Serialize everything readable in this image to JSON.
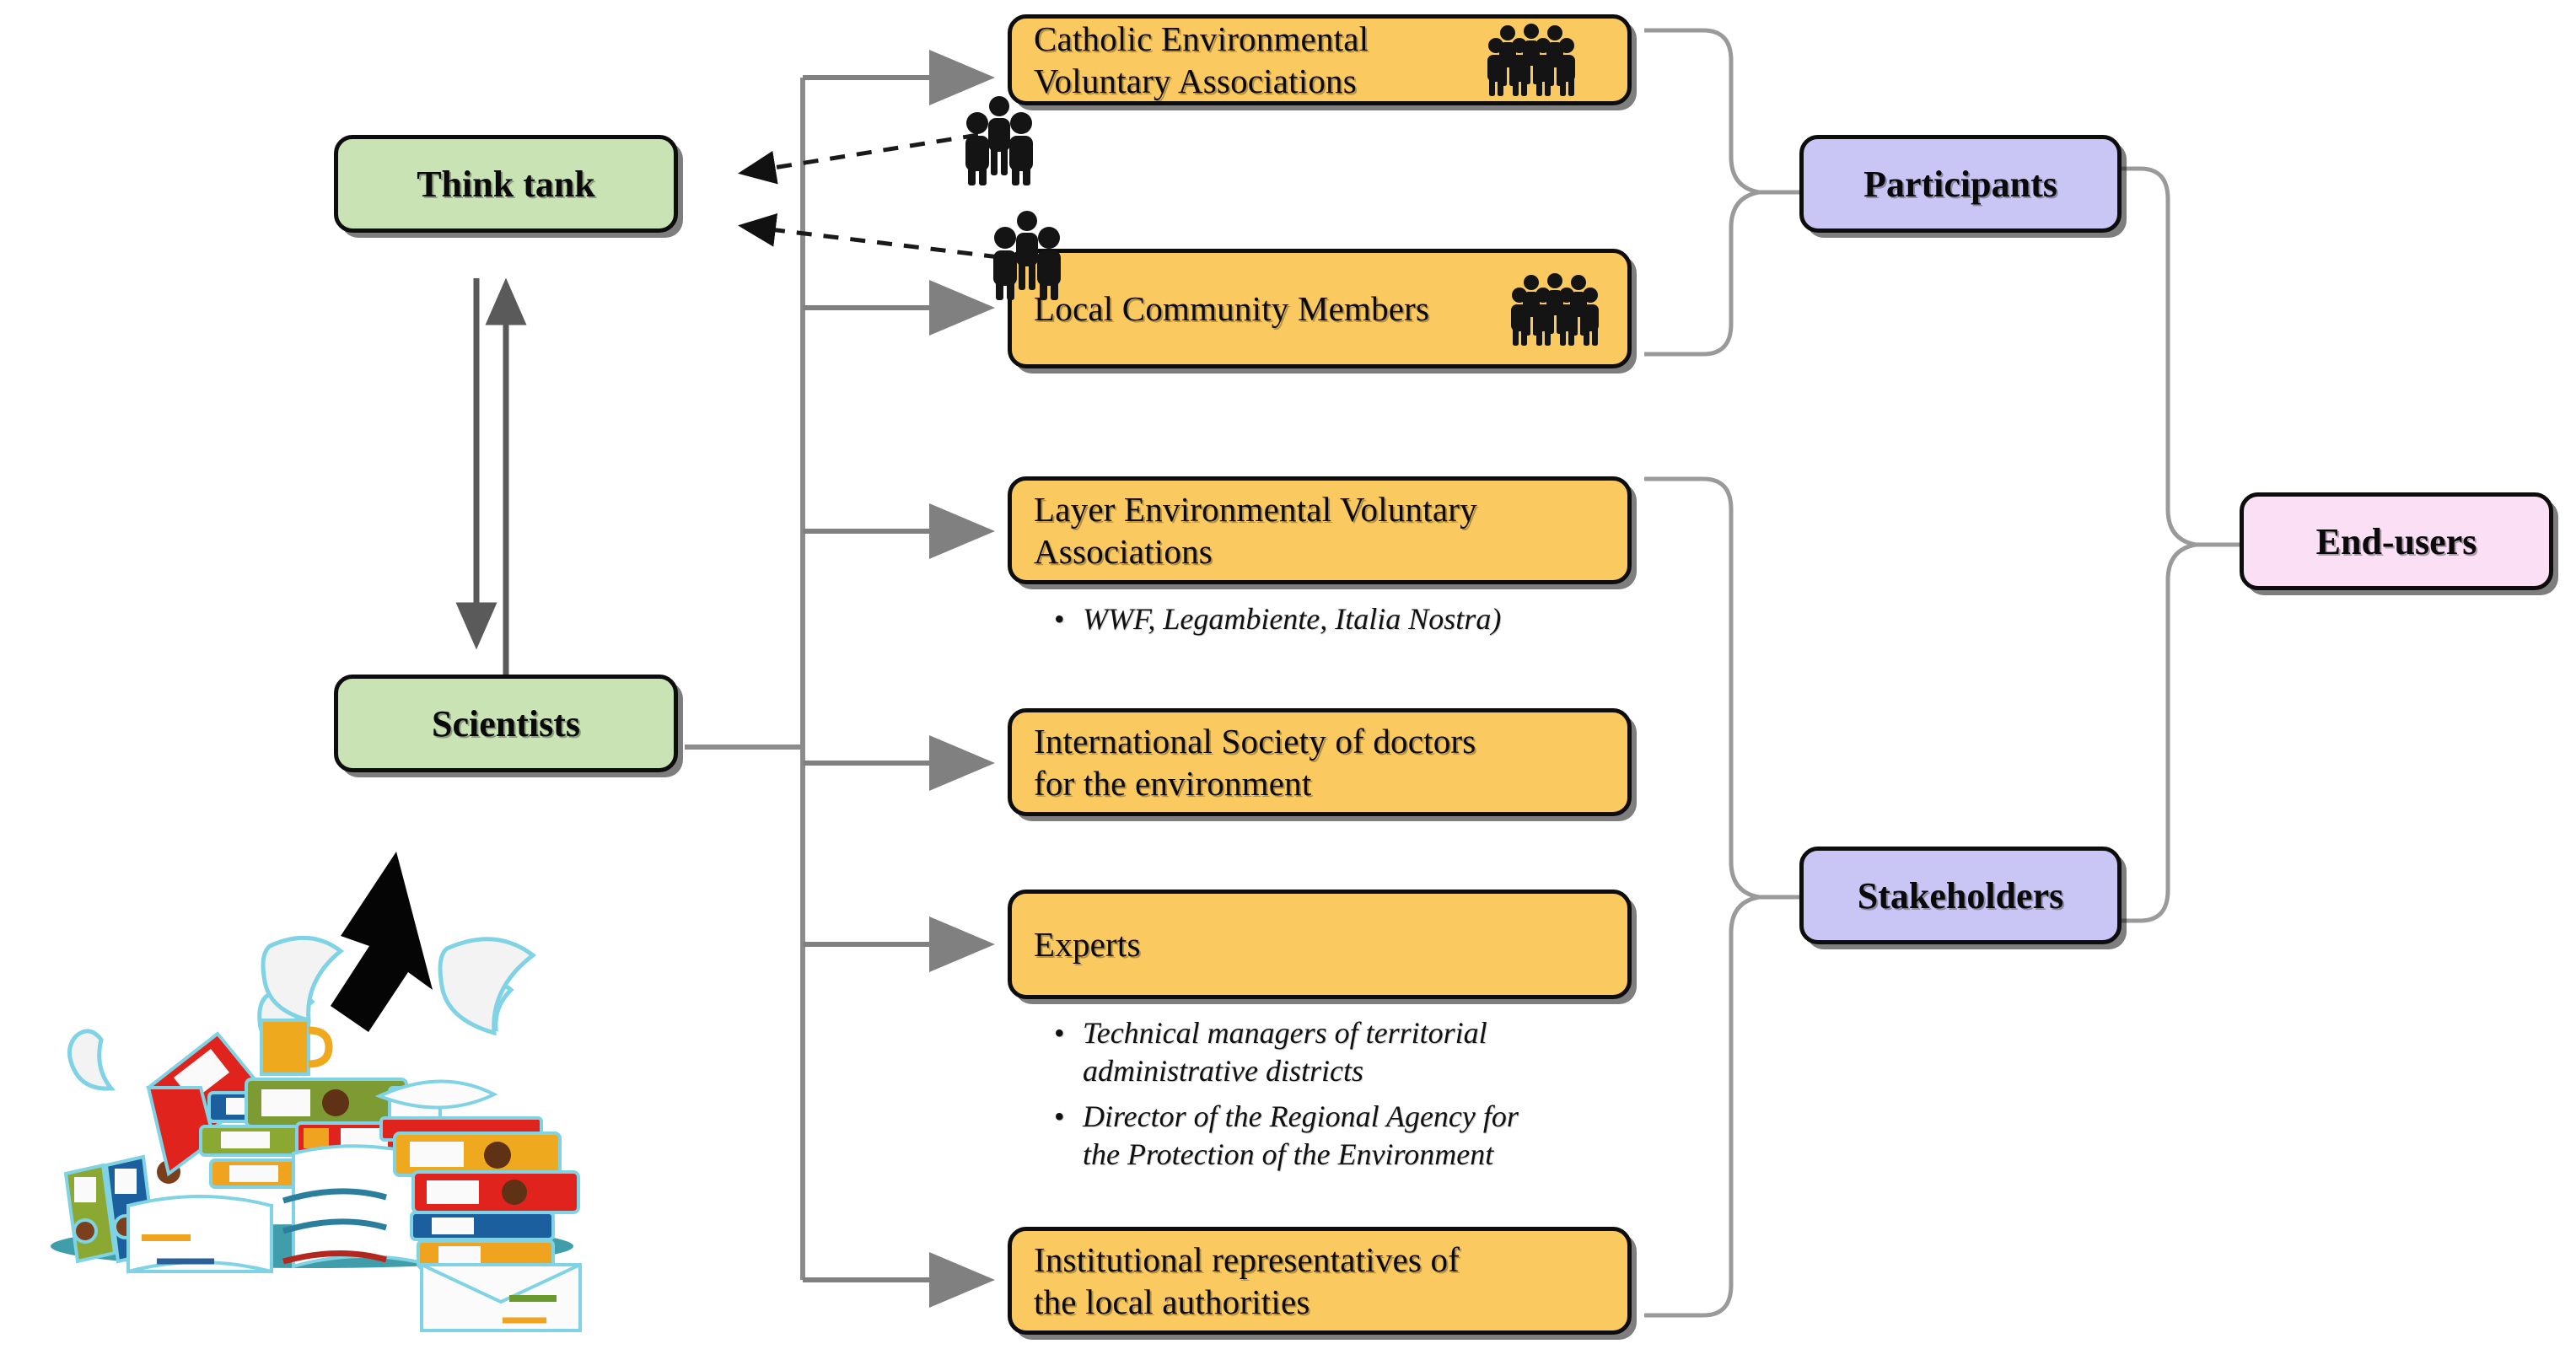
{
  "colors": {
    "orange": "#fac95f",
    "green": "#c9e3b4",
    "purple": "#c9c6f5",
    "pink": "#fbdff5",
    "outline": "#0d0d0d",
    "connector": "#8c8c8c",
    "arrow_solid": "#808080",
    "arrow_dashed": "#1a1a1a",
    "illustration_accent": "#2a9aa6"
  },
  "left_nodes": [
    {
      "id": "think-tank",
      "label": "Think tank"
    },
    {
      "id": "scientists",
      "label": "Scientists"
    }
  ],
  "middle_nodes": [
    {
      "id": "catholic-environmental-voluntary-associations",
      "label": "Catholic Environmental\nVoluntary Associations",
      "icon_left": "three-people-icon",
      "icon_right": "crowd-people-icon"
    },
    {
      "id": "local-community-members",
      "label": "Local Community Members",
      "icon_left": "three-people-icon",
      "icon_right": "crowd-people-icon"
    },
    {
      "id": "layer-environmental-voluntary-associations",
      "label": "Layer Environmental Voluntary\nAssociations",
      "icon_left": null,
      "icon_right": null
    },
    {
      "id": "international-society-of-doctors",
      "label": "International Society of doctors\nfor the environment",
      "icon_left": null,
      "icon_right": null
    },
    {
      "id": "experts",
      "label": "Experts",
      "icon_left": null,
      "icon_right": null
    },
    {
      "id": "institutional-representatives",
      "label": "Institutional representatives of\nthe local authorities",
      "icon_left": null,
      "icon_right": null
    }
  ],
  "bullet_groups": [
    {
      "id": "layer-associations-examples",
      "items": [
        "WWF, Legambiente, Italia Nostra)"
      ]
    },
    {
      "id": "experts-examples",
      "items": [
        "Technical managers of territorial\nadministrative districts",
        "Director of the Regional Agency for\nthe Protection of the Environment"
      ]
    }
  ],
  "right_nodes": [
    {
      "id": "participants",
      "label": "Participants"
    },
    {
      "id": "stakeholders",
      "label": "Stakeholders"
    }
  ],
  "final_node": {
    "id": "end-users",
    "label": "End-users"
  },
  "bullet_char": "•",
  "illustration": {
    "id": "stack-of-books-and-binders",
    "arrow": "up-arrow-icon"
  }
}
